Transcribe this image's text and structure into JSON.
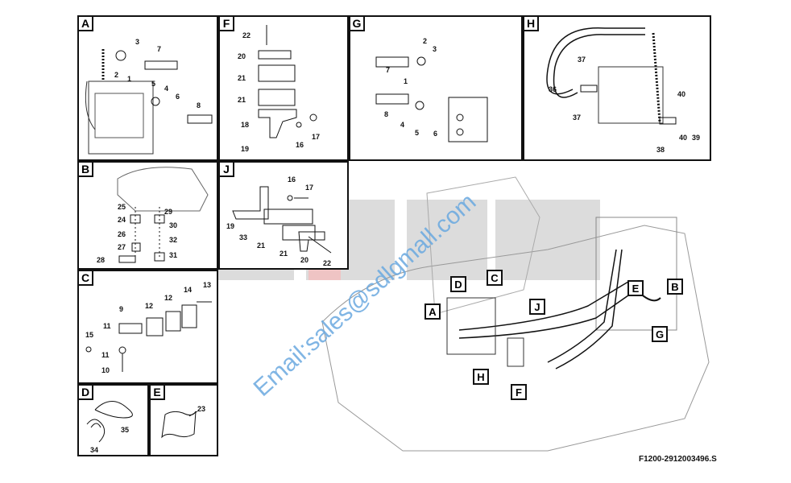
{
  "panels": {
    "A": {
      "label": "A",
      "parts": [
        "3",
        "7",
        "2",
        "1",
        "5",
        "4",
        "6",
        "8"
      ]
    },
    "F": {
      "label": "F",
      "parts": [
        "22",
        "20",
        "21",
        "21",
        "18",
        "19",
        "16",
        "17"
      ]
    },
    "G": {
      "label": "G",
      "parts": [
        "2",
        "3",
        "7",
        "1",
        "8",
        "4",
        "5",
        "6"
      ]
    },
    "H": {
      "label": "H",
      "parts": [
        "37",
        "36",
        "37",
        "40",
        "38",
        "40",
        "39"
      ]
    },
    "B": {
      "label": "B",
      "parts": [
        "25",
        "29",
        "24",
        "30",
        "26",
        "32",
        "27",
        "28",
        "31"
      ]
    },
    "J": {
      "label": "J",
      "parts": [
        "16",
        "17",
        "19",
        "33",
        "21",
        "21",
        "20",
        "22"
      ]
    },
    "C": {
      "label": "C",
      "parts": [
        "13",
        "14",
        "9",
        "12",
        "12",
        "11",
        "15",
        "11",
        "10"
      ]
    },
    "D": {
      "label": "D",
      "parts": [
        "35",
        "34"
      ]
    },
    "E": {
      "label": "E",
      "parts": [
        "23"
      ]
    }
  },
  "callouts": [
    "D",
    "C",
    "A",
    "J",
    "E",
    "B",
    "G",
    "H",
    "F"
  ],
  "watermark": {
    "email": "Email:sales@sdlgmall.com"
  },
  "document_id": "F1200-2912003496.S",
  "colors": {
    "line": "#111111",
    "watermark_blue": "#6aa9e0",
    "watermark_grey": "#d9d9d9",
    "watermark_red": "#e9b7b7"
  }
}
